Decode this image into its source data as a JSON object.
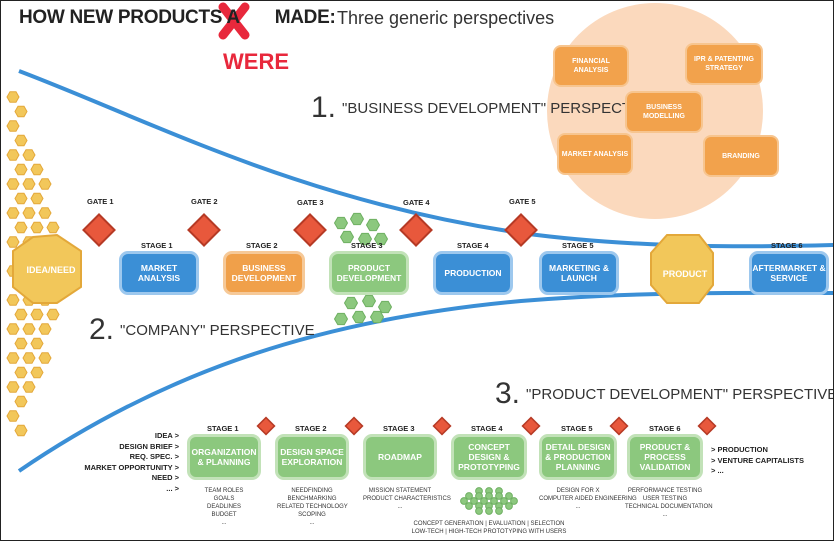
{
  "title": {
    "bold": "HOW NEW PRODUCTS A",
    "bold_end": "MADE:",
    "light": "Three generic perspectives",
    "correction": "WERE"
  },
  "perspectives": {
    "business": {
      "num": "1.",
      "label": "\"BUSINESS DEVELOPMENT\" PERSPECTIVE"
    },
    "company": {
      "num": "2.",
      "label": "\"COMPANY\" PERSPECTIVE"
    },
    "product": {
      "num": "3.",
      "label": "\"PRODUCT DEVELOPMENT\" PERSPECTIVE"
    }
  },
  "business_bubbles": [
    "FINANCIAL ANALYSIS",
    "IPR & PATENTING STRATEGY",
    "BUSINESS MODELLING",
    "MARKET ANALYSIS",
    "BRANDING"
  ],
  "gates": [
    "GATE 1",
    "GATE 2",
    "GATE 3",
    "GATE 4",
    "GATE 5"
  ],
  "company_stages": [
    {
      "stage": "STAGE 1",
      "name": "MARKET ANALYSIS"
    },
    {
      "stage": "STAGE 2",
      "name": "BUSINESS DEVELOPMENT"
    },
    {
      "stage": "STAGE 3",
      "name": "PRODUCT DEVELOPMENT"
    },
    {
      "stage": "STAGE 4",
      "name": "PRODUCTION"
    },
    {
      "stage": "STAGE 5",
      "name": "MARKETING & LAUNCH"
    },
    {
      "stage": "STAGE 6",
      "name": "AFTERMARKET & SERVICE"
    }
  ],
  "idea_label": "IDEA/NEED",
  "product_label": "PRODUCT",
  "inputs": [
    "IDEA >",
    "DESIGN BRIEF >",
    "REQ. SPEC. >",
    "MARKET OPPORTUNITY >",
    "NEED >",
    "... >"
  ],
  "outputs": [
    "> PRODUCTION",
    "> VENTURE CAPITALISTS",
    "> ..."
  ],
  "pd_stages": [
    {
      "stage": "STAGE 1",
      "name": "ORGANIZATION & PLANNING",
      "notes": [
        "TEAM ROLES",
        "GOALS",
        "DEADLINES",
        "BUDGET",
        "..."
      ]
    },
    {
      "stage": "STAGE 2",
      "name": "DESIGN SPACE EXPLORATION",
      "notes": [
        "NEEDFINDING",
        "BENCHMARKING",
        "RELATED TECHNOLOGY",
        "SCOPING",
        "..."
      ]
    },
    {
      "stage": "STAGE 3",
      "name": "ROADMAP",
      "notes": [
        "MISSION STATEMENT",
        "PRODUCT CHARACTERISTICS",
        "..."
      ]
    },
    {
      "stage": "STAGE 4",
      "name": "CONCEPT DESIGN & PROTOTYPING",
      "notes": []
    },
    {
      "stage": "STAGE 5",
      "name": "DETAIL DESIGN & PRODUCTION PLANNING",
      "notes": [
        "DESIGN FOR X",
        "COMPUTER AIDED ENGINEERING",
        "..."
      ]
    },
    {
      "stage": "STAGE 6",
      "name": "PRODUCT & PROCESS VALIDATION",
      "notes": [
        "PERFORMANCE TESTING",
        "USER TESTING",
        "TECHNICAL DOCUMENTATION",
        "..."
      ]
    }
  ],
  "concept_notes": [
    "CONCEPT GENERATION | EVALUATION | SELECTION",
    "LOW-TECH | HIGH-TECH PROTOTYPING WITH USERS"
  ],
  "colors": {
    "blue": "#3b8fd6",
    "orange": "#f0a04a",
    "green": "#8cc87e",
    "gate": "#e8583c",
    "hex": "#f2c75a",
    "bubble_bg": "#fbd9bd",
    "red": "#e8283c"
  }
}
